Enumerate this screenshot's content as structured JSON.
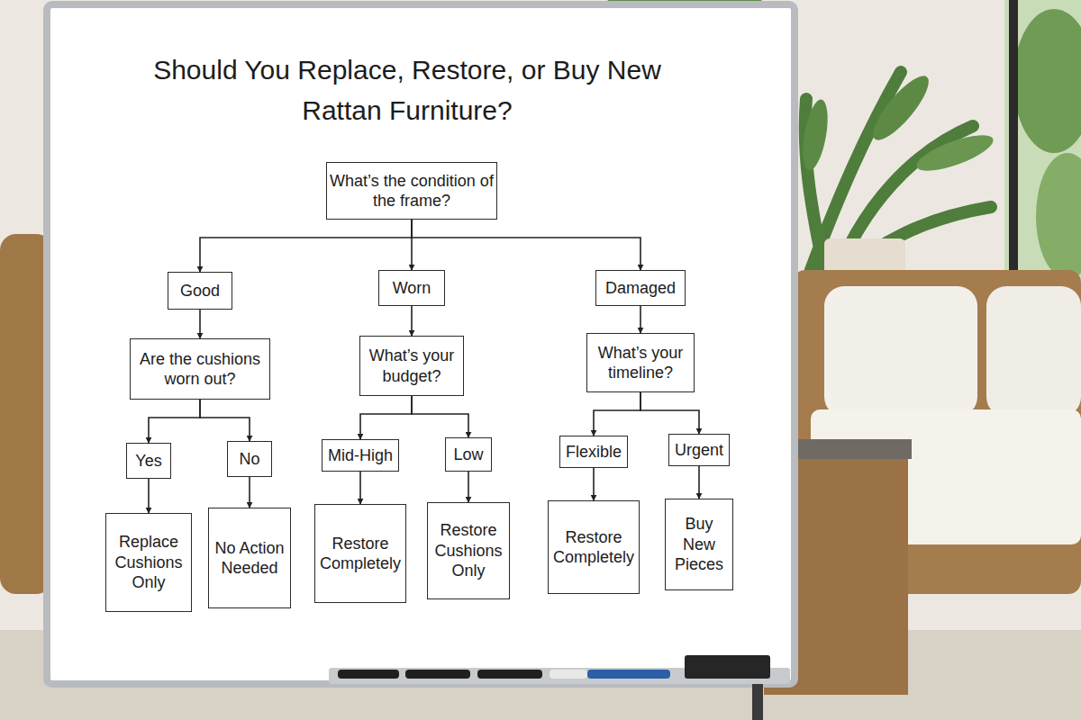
{
  "diagram": {
    "title": "Should You Replace, Restore, or Buy New Rattan Furniture?",
    "nodes": [
      {
        "text": [
          "What’s the condition of the frame?"
        ]
      },
      {
        "text": [
          "Good"
        ]
      },
      {
        "text": [
          "Worn"
        ]
      },
      {
        "text": [
          "Damaged"
        ]
      },
      {
        "text": [
          "Are the cushions worn out?"
        ]
      },
      {
        "text": [
          "What’s your budget?"
        ]
      },
      {
        "text": [
          "What’s your timeline?"
        ]
      },
      {
        "text": [
          "Yes"
        ]
      },
      {
        "text": [
          "No"
        ]
      },
      {
        "text": [
          "Mid-High"
        ]
      },
      {
        "text": [
          "Low"
        ]
      },
      {
        "text": [
          "Flexible"
        ]
      },
      {
        "text": [
          "Urgent"
        ]
      },
      {
        "text": [
          "Replace Cushions Only"
        ]
      },
      {
        "text": [
          "No Action Needed"
        ]
      },
      {
        "text": [
          "Restore Completely"
        ]
      },
      {
        "text": [
          "Restore Cushions Only"
        ]
      },
      {
        "text": [
          "Restore Completely"
        ]
      },
      {
        "text": [
          "Buy New Pieces"
        ]
      }
    ],
    "edges": [
      {
        "from": 0,
        "to": 1,
        "arrow": "to"
      },
      {
        "from": 0,
        "to": 2,
        "arrow": "to"
      },
      {
        "from": 0,
        "to": 3,
        "arrow": "to"
      },
      {
        "from": 1,
        "to": 4,
        "arrow": "to"
      },
      {
        "from": 2,
        "to": 5,
        "arrow": "to"
      },
      {
        "from": 3,
        "to": 6,
        "arrow": "to"
      },
      {
        "from": 4,
        "to": 7,
        "arrow": "to"
      },
      {
        "from": 4,
        "to": 8,
        "arrow": "to"
      },
      {
        "from": 5,
        "to": 9,
        "arrow": "to"
      },
      {
        "from": 5,
        "to": 10,
        "arrow": "to"
      },
      {
        "from": 6,
        "to": 11,
        "arrow": "to"
      },
      {
        "from": 6,
        "to": 12,
        "arrow": "to"
      },
      {
        "from": 7,
        "to": 13,
        "arrow": "to"
      },
      {
        "from": 8,
        "to": 14,
        "arrow": "to"
      },
      {
        "from": 9,
        "to": 15,
        "arrow": "to"
      },
      {
        "from": 10,
        "to": 16,
        "arrow": "to"
      },
      {
        "from": 11,
        "to": 17,
        "arrow": "to"
      },
      {
        "from": 12,
        "to": 18,
        "arrow": "to"
      }
    ]
  }
}
